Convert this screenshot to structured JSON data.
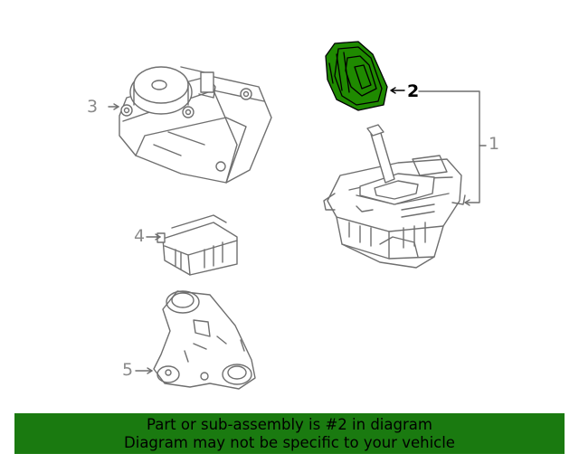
{
  "callouts": {
    "c1": "1",
    "c2": "2",
    "c3": "3",
    "c4": "4",
    "c5": "5"
  },
  "highlight_color": "#1f8a00",
  "banner": {
    "line1": "Part or sub-assembly is #2 in diagram",
    "line2": "Diagram may not be specific to your vehicle",
    "background": "#1a7a10"
  }
}
